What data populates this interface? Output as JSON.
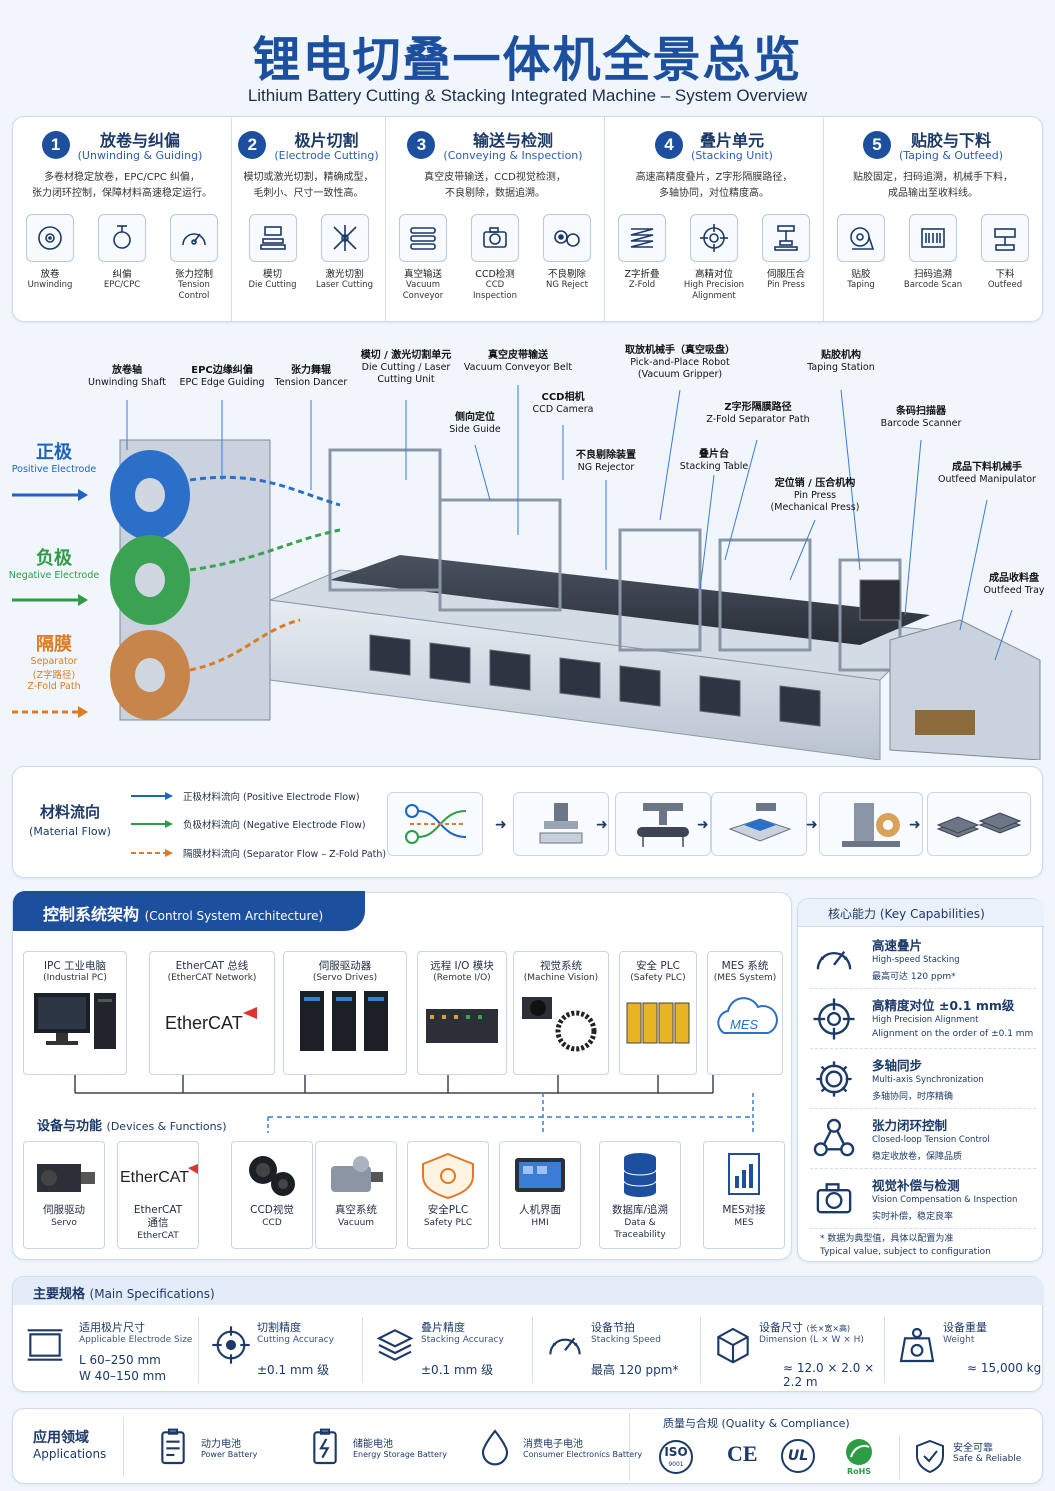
{
  "header": {
    "title": "锂电切叠一体机全景总览",
    "subtitle": "Lithium Battery Cutting & Stacking Integrated Machine – System Overview"
  },
  "steps": [
    {
      "num": "1",
      "title": "放卷与纠偏",
      "en": "(Unwinding & Guiding)",
      "desc1": "多卷材稳定放卷，EPC/CPC 纠偏，",
      "desc2": "张力闭环控制，保障材料高速稳定运行。",
      "icons": [
        {
          "cn": "放卷",
          "en": "Unwinding",
          "icon": "unwind-icon"
        },
        {
          "cn": "纠偏",
          "en": "EPC/CPC",
          "icon": "epc-icon"
        },
        {
          "cn": "张力控制",
          "en": "Tension Control",
          "icon": "gauge-icon"
        }
      ]
    },
    {
      "num": "2",
      "title": "极片切割",
      "en": "(Electrode Cutting)",
      "desc1": "模切或激光切割，精确成型，",
      "desc2": "毛刺小、尺寸一致性高。",
      "icons": [
        {
          "cn": "模切",
          "en": "Die Cutting",
          "icon": "die-icon"
        },
        {
          "cn": "激光切割",
          "en": "Laser Cutting",
          "icon": "laser-icon"
        }
      ]
    },
    {
      "num": "3",
      "title": "输送与检测",
      "en": "(Conveying & Inspection)",
      "desc1": "真空皮带输送，CCD视觉检测，",
      "desc2": "不良剔除，数据追溯。",
      "icons": [
        {
          "cn": "真空输送",
          "en": "Vacuum Conveyor",
          "icon": "conveyor-icon"
        },
        {
          "cn": "CCD检测",
          "en": "CCD Inspection",
          "icon": "camera-icon"
        },
        {
          "cn": "不良剔除",
          "en": "NG Reject",
          "icon": "reject-icon"
        }
      ]
    },
    {
      "num": "4",
      "title": "叠片单元",
      "en": "(Stacking Unit)",
      "desc1": "高速高精度叠片，Z字形隔膜路径，",
      "desc2": "多轴协同，对位精度高。",
      "icons": [
        {
          "cn": "Z字折叠",
          "en": "Z-Fold",
          "icon": "zfold-icon"
        },
        {
          "cn": "高精对位",
          "en": "High Precision Alignment",
          "icon": "target-icon"
        },
        {
          "cn": "伺服压合",
          "en": "Pin Press",
          "icon": "press-icon"
        }
      ]
    },
    {
      "num": "5",
      "title": "贴胶与下料",
      "en": "(Taping & Outfeed)",
      "desc1": "贴胶固定，扫码追溯，机械手下料，",
      "desc2": "成品输出至收料线。",
      "icons": [
        {
          "cn": "贴胶",
          "en": "Taping",
          "icon": "tape-icon"
        },
        {
          "cn": "扫码追溯",
          "en": "Barcode Scan",
          "icon": "barcode-icon"
        },
        {
          "cn": "下料",
          "en": "Outfeed",
          "icon": "robot-icon"
        }
      ]
    }
  ],
  "callouts": [
    {
      "cn": "放卷轴",
      "en": "Unwinding Shaft"
    },
    {
      "cn": "EPC边缘纠偏",
      "en": "EPC Edge Guiding"
    },
    {
      "cn": "张力舞辊",
      "en": "Tension Dancer"
    },
    {
      "cn": "模切 / 激光切割单元",
      "en": "Die Cutting / Laser Cutting Unit"
    },
    {
      "cn": "真空皮带输送",
      "en": "Vacuum Conveyor Belt"
    },
    {
      "cn": "侧向定位",
      "en": "Side Guide"
    },
    {
      "cn": "CCD相机",
      "en": "CCD Camera"
    },
    {
      "cn": "取放机械手（真空吸盘）",
      "en": "Pick-and-Place Robot (Vacuum Gripper)"
    },
    {
      "cn": "不良剔除装置",
      "en": "NG Rejector"
    },
    {
      "cn": "Z字形隔膜路径",
      "en": "Z-Fold Separator Path"
    },
    {
      "cn": "叠片台",
      "en": "Stacking Table"
    },
    {
      "cn": "贴胶机构",
      "en": "Taping Station"
    },
    {
      "cn": "定位销 / 压合机构",
      "en": "Pin Press (Mechanical Press)"
    },
    {
      "cn": "条码扫描器",
      "en": "Barcode Scanner"
    },
    {
      "cn": "成品下料机械手",
      "en": "Outfeed Manipulator"
    },
    {
      "cn": "成品收料盘",
      "en": "Outfeed Tray"
    }
  ],
  "sides": [
    {
      "cn": "正极",
      "en": "Positive Electrode",
      "color": "#1c63c2"
    },
    {
      "cn": "负极",
      "en": "Negative Electrode",
      "color": "#2e9b45"
    },
    {
      "cn": "隔膜",
      "en": "Separator",
      "en2": "(Z字路径)",
      "en3": "Z-Fold Path",
      "color": "#e07a22"
    }
  ],
  "flow": {
    "cn": "材料流向",
    "en": "(Material Flow)",
    "legend": [
      "正极材料流向 (Positive Electrode Flow)",
      "负极材料流向 (Negative Electrode Flow)",
      "隔膜材料流向 (Separator Flow – Z-Fold Path)"
    ]
  },
  "ctrl": {
    "cn": "控制系统架构",
    "en": "(Control System Architecture)",
    "nodes": [
      {
        "cn": "IPC 工业电脑",
        "en": "(Industrial PC)"
      },
      {
        "cn": "EtherCAT 总线",
        "en": "(EtherCAT Network)"
      },
      {
        "cn": "伺服驱动器",
        "en": "(Servo Drives)"
      },
      {
        "cn": "远程 I/O 模块",
        "en": "(Remote I/O)"
      },
      {
        "cn": "视觉系统",
        "en": "(Machine Vision)"
      },
      {
        "cn": "安全 PLC",
        "en": "(Safety PLC)"
      },
      {
        "cn": "MES 系统",
        "en": "(MES System)"
      }
    ],
    "ethercat": "EtherCAT",
    "mes_logo": "MES",
    "dev_cn": "设备与功能",
    "dev_en": "(Devices & Functions)",
    "devices": [
      {
        "cn": "伺服驱动",
        "en": "Servo"
      },
      {
        "cn": "EtherCAT",
        "cn2": "通信",
        "en": "EtherCAT"
      },
      {
        "cn": "CCD视觉",
        "en": "CCD"
      },
      {
        "cn": "真空系统",
        "en": "Vacuum"
      },
      {
        "cn": "安全PLC",
        "en": "Safety PLC"
      },
      {
        "cn": "人机界面",
        "en": "HMI"
      },
      {
        "cn": "数据库/追溯",
        "en": "Data & Traceability"
      },
      {
        "cn": "MES对接",
        "en": "MES"
      }
    ]
  },
  "caps": {
    "title": "核心能力 (Key Capabilities)",
    "items": [
      {
        "t": "高速叠片",
        "e": "High-speed Stacking",
        "c": "最高可达 120 ppm*",
        "icon": "speed-icon"
      },
      {
        "t": "高精度对位 ±0.1 mm级",
        "e": "High Precision Alignment",
        "c": "Alignment on the order of ±0.1 mm",
        "icon": "target-icon"
      },
      {
        "t": "多轴同步",
        "e": "Multi-axis Synchronization",
        "c": "多轴协同，时序精确",
        "icon": "gear-icon"
      },
      {
        "t": "张力闭环控制",
        "e": "Closed-loop Tension Control",
        "c": "稳定收放卷，保障品质",
        "icon": "tension-icon"
      },
      {
        "t": "视觉补偿与检测",
        "e": "Vision Compensation & Inspection",
        "c": "实时补偿，稳定良率",
        "icon": "camera-icon"
      }
    ],
    "note1": "* 数据为典型值，具体以配置为准",
    "note2": "Typical value, subject to configuration"
  },
  "specs": {
    "cn": "主要规格",
    "en": "(Main Specifications)",
    "items": [
      {
        "t": "适用极片尺寸",
        "e": "Applicable Electrode Size",
        "v": "L 60–250 mm",
        "v2": "W 40–150 mm"
      },
      {
        "t": "切割精度",
        "e": "Cutting Accuracy",
        "v": "±0.1 mm 级"
      },
      {
        "t": "叠片精度",
        "e": "Stacking Accuracy",
        "v": "±0.1 mm 级"
      },
      {
        "t": "设备节拍",
        "e": "Stacking Speed",
        "v": "最高 120 ppm*"
      },
      {
        "t": "设备尺寸",
        "t2": "(长×宽×高)",
        "e": "Dimension (L × W × H)",
        "v": "≈ 12.0 × 2.0 × 2.2 m"
      },
      {
        "t": "设备重量",
        "e": "Weight",
        "v": "≈ 15,000 kg"
      }
    ]
  },
  "apps": {
    "cn": "应用领域",
    "en": "Applications",
    "items": [
      {
        "cn": "动力电池",
        "en": "Power Battery"
      },
      {
        "cn": "储能电池",
        "en": "Energy Storage Battery"
      },
      {
        "cn": "消费电子电池",
        "en": "Consumer Electronics Battery"
      }
    ],
    "quality": "质量与合规 (Quality & Compliance)",
    "certs": [
      "ISO",
      "9001",
      "CE",
      "UL",
      "RoHS"
    ],
    "safe_cn": "安全可靠",
    "safe_en": "Safe & Reliable"
  },
  "colors": {
    "primary": "#1c4f9e",
    "positive": "#1c63c2",
    "negative": "#2e9b45",
    "separator": "#e07a22"
  }
}
